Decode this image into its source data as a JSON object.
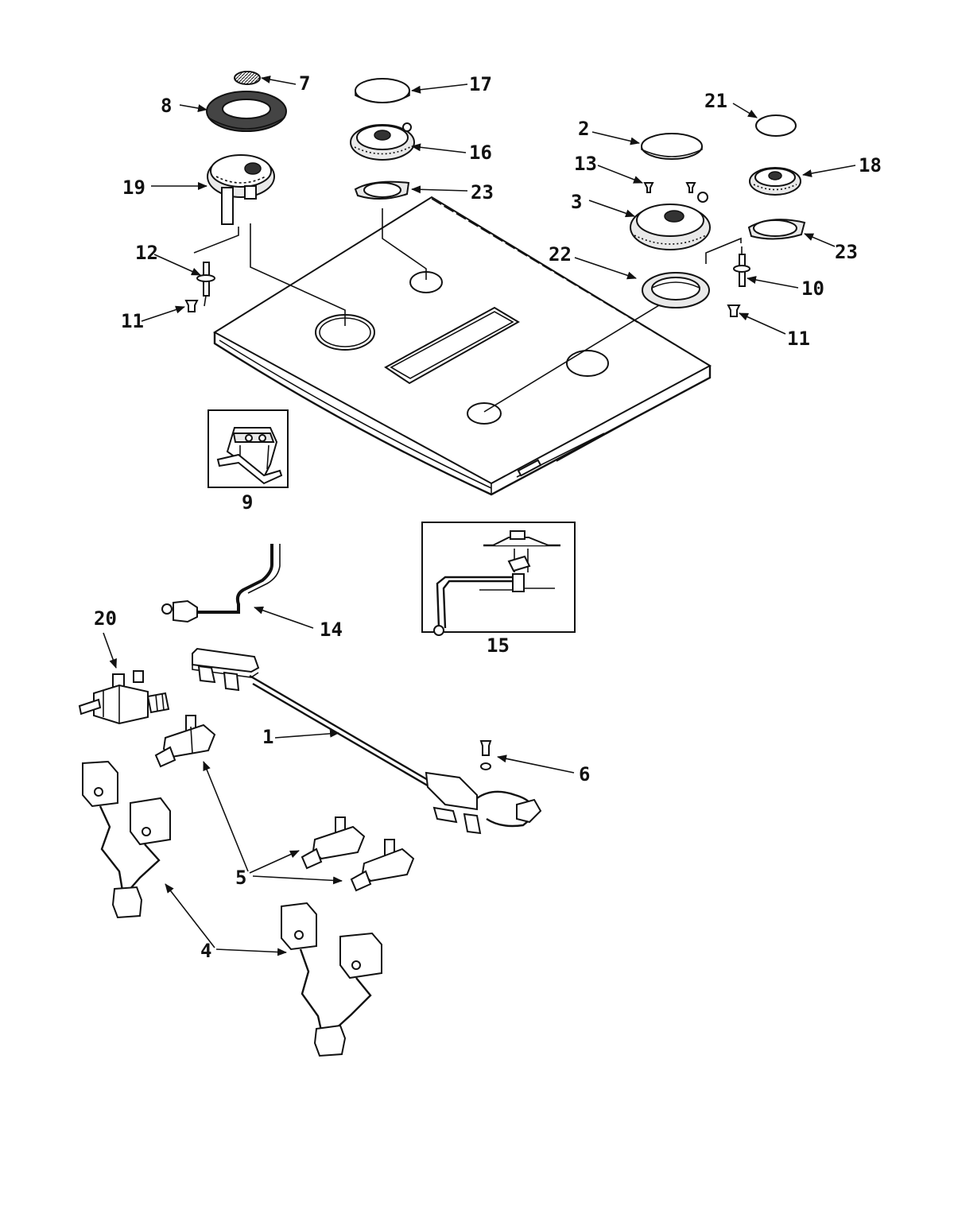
{
  "parts": {
    "p1": "1",
    "p2": "2",
    "p3": "3",
    "p4": "4",
    "p5": "5",
    "p6": "6",
    "p7": "7",
    "p8": "8",
    "p9": "9",
    "p10": "10",
    "p11": "11",
    "p12": "12",
    "p13": "13",
    "p14": "14",
    "p15": "15",
    "p16": "16",
    "p17": "17",
    "p18": "18",
    "p19": "19",
    "p20": "20",
    "p21": "21",
    "p22": "22",
    "p23": "23"
  }
}
